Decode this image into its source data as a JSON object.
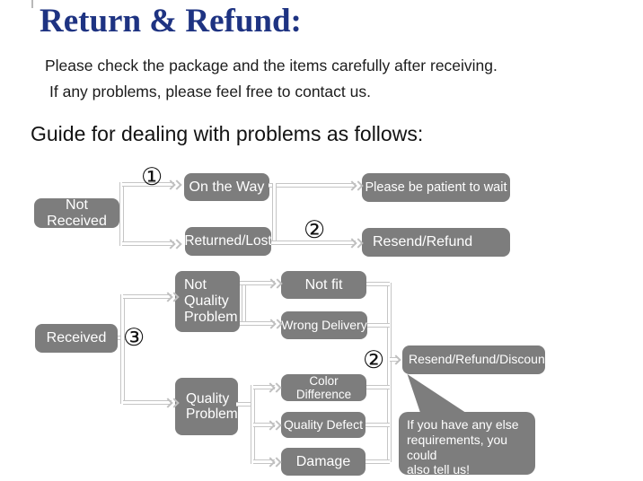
{
  "header": {
    "title": "Return & Refund:",
    "intro_line1": "Please check the package and the items carefully after receiving.",
    "intro_line2": "If any problems, please feel free to contact us.",
    "guide_heading": "Guide for dealing with problems as follows:"
  },
  "colors": {
    "title_blue": "#1e3382",
    "box_gray": "#7d7d7d",
    "connector_gray": "#c5c5c5",
    "box_text": "#ffffff",
    "body_text": "#1c1c1c"
  },
  "flowchart": {
    "nodes": {
      "not_received": "Not Received",
      "on_the_way": "On the Way",
      "returned_lost": "Returned/Lost",
      "patient_wait": "Please be patient to wait",
      "resend_refund": "Resend/Refund",
      "received": "Received",
      "not_quality_problem": "Not\nQuality\nProblem",
      "quality_problem": "Quality\nProblem",
      "not_fit": "Not fit",
      "wrong_delivery": "Wrong Delivery",
      "color_difference": "Color Difference",
      "quality_defect": "Quality Defect",
      "damage": "Damage",
      "resend_refund_discount": "Resend/Refund/Discount",
      "note_bubble": "If you have any else\nrequirements, you could\nalso tell us!"
    },
    "markers": {
      "step1": "①",
      "step2_top": "②",
      "step3": "③",
      "step2_bottom": "②"
    }
  }
}
